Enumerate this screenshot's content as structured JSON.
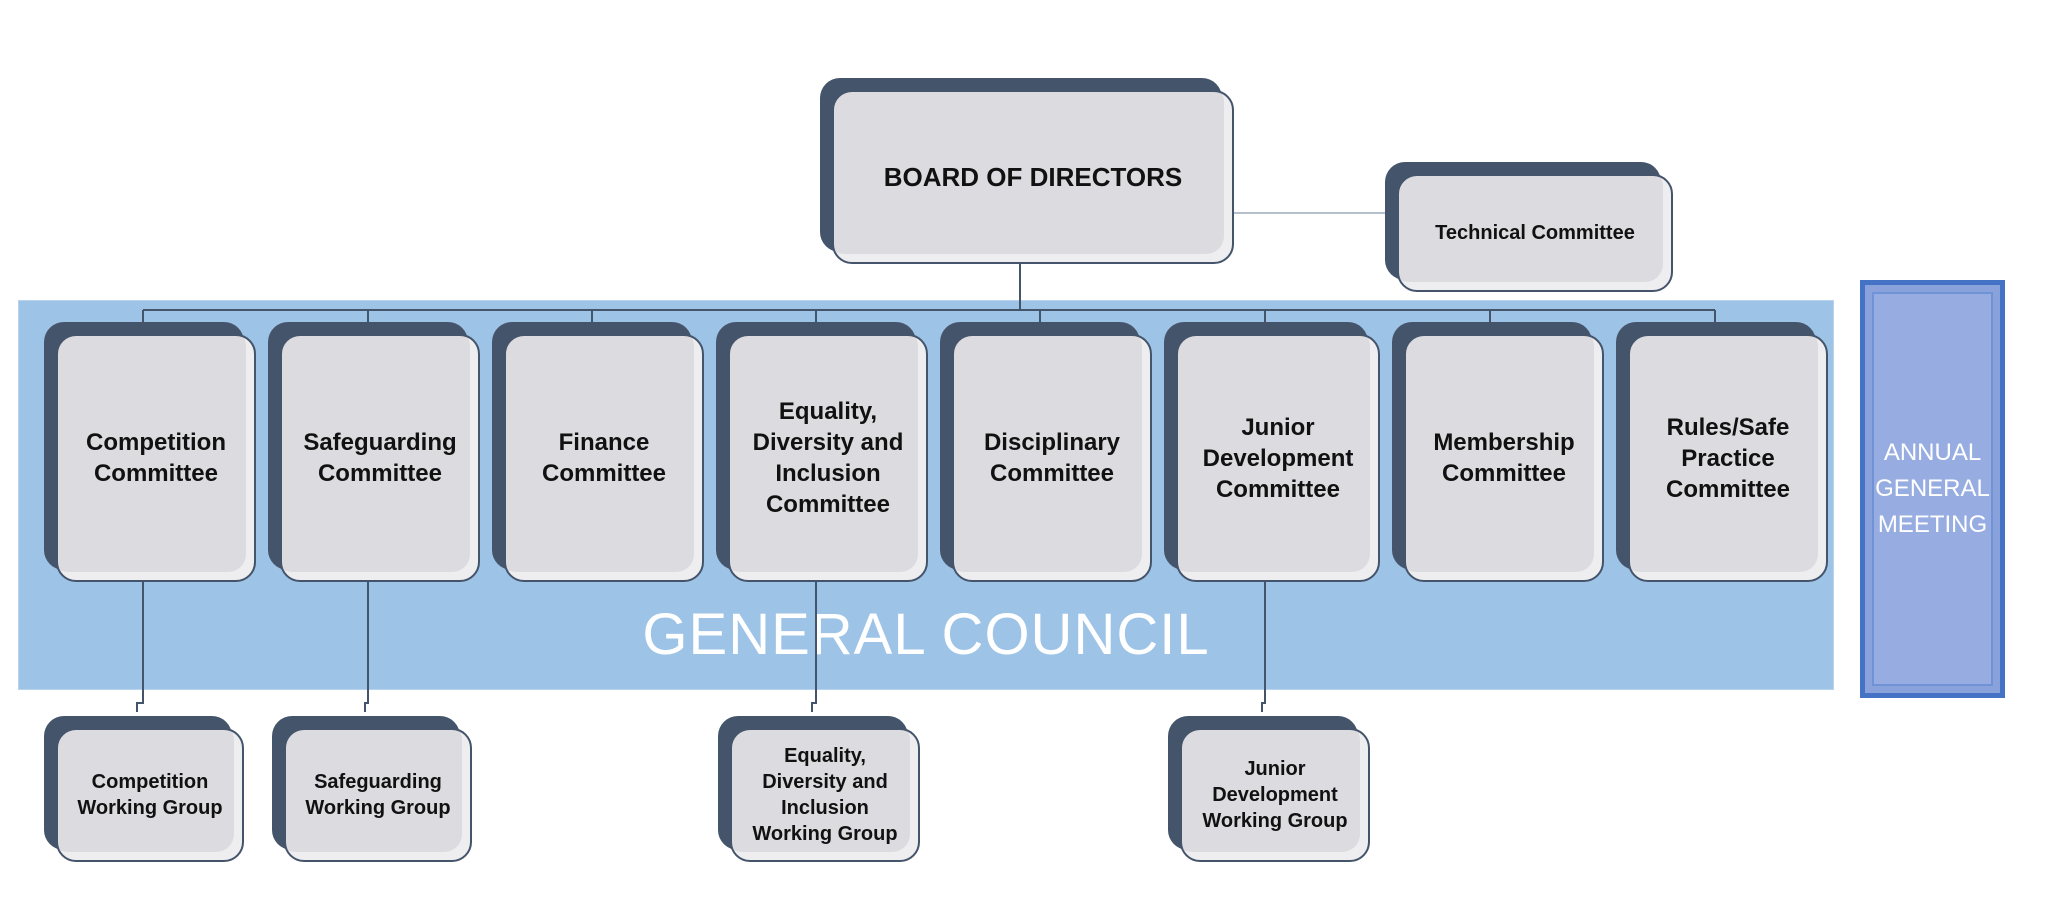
{
  "board": {
    "label": "BOARD OF DIRECTORS"
  },
  "technical": {
    "label": "Technical Committee"
  },
  "council": {
    "label": "GENERAL COUNCIL"
  },
  "agm": {
    "label": "ANNUAL\nGENERAL\nMEETING"
  },
  "committees": [
    {
      "label": "Competition\nCommittee"
    },
    {
      "label": "Safeguarding\nCommittee"
    },
    {
      "label": "Finance\nCommittee"
    },
    {
      "label": "Equality,\nDiversity and\nInclusion\nCommittee"
    },
    {
      "label": "Disciplinary\nCommittee"
    },
    {
      "label": "Junior\nDevelopment\nCommittee"
    },
    {
      "label": "Membership\nCommittee"
    },
    {
      "label": "Rules/Safe\nPractice\nCommittee"
    }
  ],
  "working_groups": [
    {
      "label": "Competition\nWorking Group"
    },
    {
      "label": "Safeguarding\nWorking Group"
    },
    {
      "label": "Equality,\nDiversity and\nInclusion\nWorking Group"
    },
    {
      "label": "Junior\nDevelopment\nWorking Group"
    }
  ],
  "colors": {
    "council_band": "#9dc3e6",
    "agm_fill": "#8aa2dc",
    "agm_border": "#4472c4",
    "card_face": "#dcdce0",
    "card_shadow": "#44546a"
  }
}
